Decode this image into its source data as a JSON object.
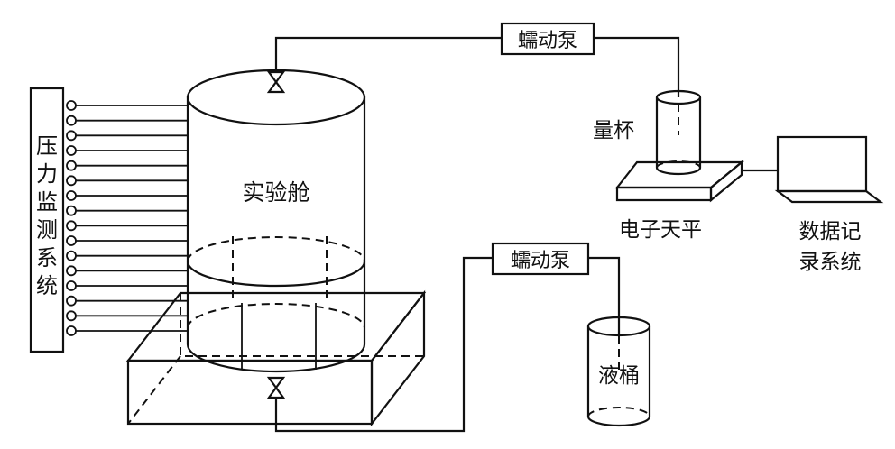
{
  "labels": {
    "pump_top": "蠕动泵",
    "pump_bottom": "蠕动泵",
    "chamber": "实验舱",
    "cup": "量杯",
    "balance": "电子天平",
    "bucket": "液桶",
    "pressure_chars": [
      "压",
      "力",
      "监",
      "测",
      "系",
      "统"
    ],
    "data_line1": "数据记",
    "data_line2": "录系统"
  },
  "sensor_count": 16
}
